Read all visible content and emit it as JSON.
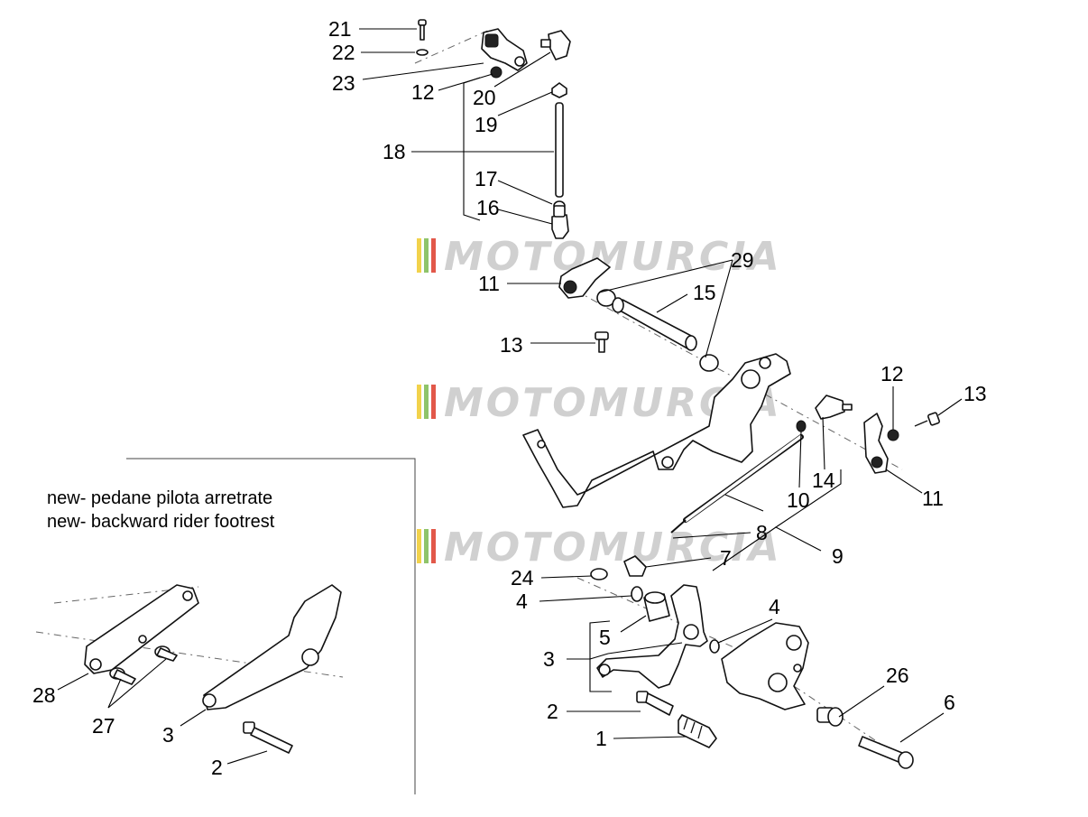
{
  "watermark": {
    "text": "MOTOMURCIA",
    "stripe_colors": [
      "#f2d24b",
      "#8fc46a",
      "#e2584a"
    ]
  },
  "inset_note": {
    "line1": "new- pedane pilota arretrate",
    "line2": "new- backward rider footrest"
  },
  "labels": {
    "l21": "21",
    "l22": "22",
    "l23": "23",
    "l12a": "12",
    "l20": "20",
    "l19": "19",
    "l18": "18",
    "l17": "17",
    "l16": "16",
    "l29": "29",
    "l11a": "11",
    "l15": "15",
    "l13a": "13",
    "l12b": "12",
    "l13b": "13",
    "l14": "14",
    "l10": "10",
    "l11b": "11",
    "l8": "8",
    "l9": "9",
    "l7": "7",
    "l24": "24",
    "l4a": "4",
    "l5": "5",
    "l4b": "4",
    "l3": "3",
    "l26": "26",
    "l6": "6",
    "l2": "2",
    "l1": "1",
    "i28": "28",
    "i27": "27",
    "i3": "3",
    "i2": "2"
  }
}
